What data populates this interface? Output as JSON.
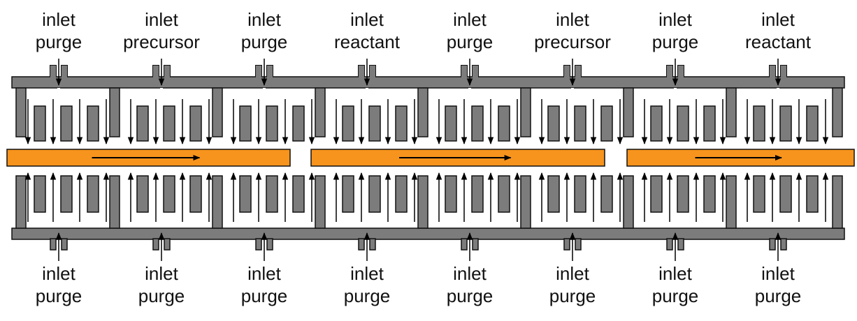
{
  "diagram": {
    "colors": {
      "manifold": "#7c7c7c",
      "outline": "#111111",
      "substrate": "#f7941d",
      "arrow": "#000000",
      "background": "#ffffff"
    },
    "top_inlets": [
      {
        "word": "inlet",
        "gas": "purge"
      },
      {
        "word": "inlet",
        "gas": "precursor"
      },
      {
        "word": "inlet",
        "gas": "purge"
      },
      {
        "word": "inlet",
        "gas": "reactant"
      },
      {
        "word": "inlet",
        "gas": "purge"
      },
      {
        "word": "inlet",
        "gas": "precursor"
      },
      {
        "word": "inlet",
        "gas": "purge"
      },
      {
        "word": "inlet",
        "gas": "reactant"
      }
    ],
    "bottom_inlets": [
      {
        "word": "inlet",
        "gas": "purge"
      },
      {
        "word": "inlet",
        "gas": "purge"
      },
      {
        "word": "inlet",
        "gas": "purge"
      },
      {
        "word": "inlet",
        "gas": "purge"
      },
      {
        "word": "inlet",
        "gas": "purge"
      },
      {
        "word": "inlet",
        "gas": "purge"
      },
      {
        "word": "inlet",
        "gas": "purge"
      },
      {
        "word": "inlet",
        "gas": "purge"
      }
    ],
    "substrate_segments": 3,
    "substrate_motion": "left-to-right"
  }
}
